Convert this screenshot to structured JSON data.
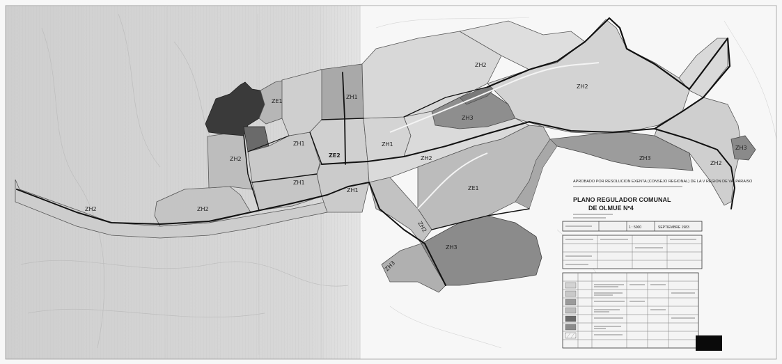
{
  "map": {
    "header_note": "APROBADO POR RESOLUCION EXENTA (CONSEJO REGIONAL) DE LA V REGION DE VALPARAISO",
    "title_line1": "PLANO REGULADOR COMUNAL",
    "title_line2": "DE OLMUE Nº4",
    "date_label": "SEPTIEMBRE 1983",
    "scale_label": "1 : 5000",
    "zones": {
      "zh2_west": "ZH2",
      "zh2_southwest": "ZH2",
      "zh2_mid": "ZH2",
      "zh2_north": "ZH2",
      "zh2_northeast": "ZH2",
      "zh2_center": "ZH2",
      "zh2_east": "ZH2",
      "zh2_corridor": "ZH2",
      "zh1_center": "ZH1",
      "zh1_west": "ZH1",
      "zh1_south": "ZH1",
      "zh1_north": "ZH1",
      "zh1_east": "ZH1",
      "ze1_north": "ZE1",
      "ze1_east": "ZE1",
      "zh3_north": "ZH3",
      "zh3_east": "ZH3",
      "zh3_south": "ZH3",
      "zh3_far_east": "ZH3",
      "zh3_south2": "ZH3",
      "ze2_center": "ZE2"
    }
  }
}
